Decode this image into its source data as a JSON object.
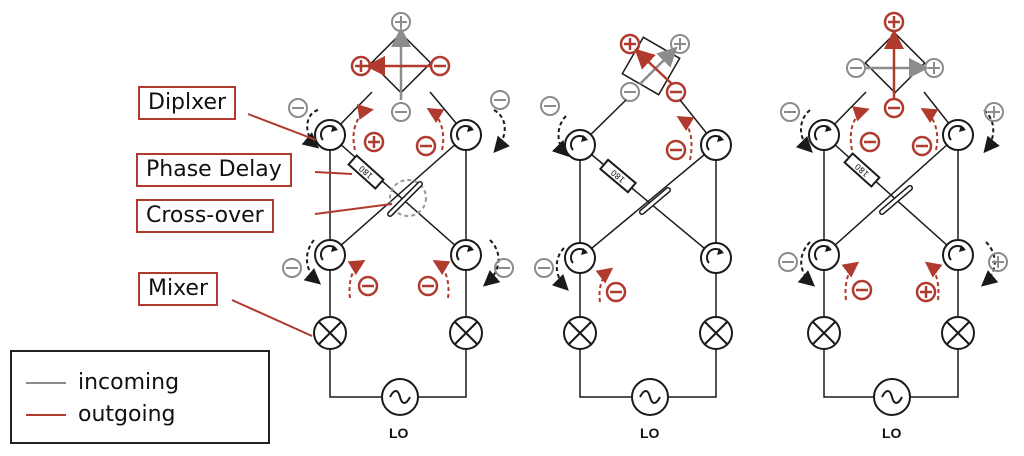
{
  "callouts": {
    "diplexer": "Diplxer",
    "phase_delay": "Phase Delay",
    "cross_over": "Cross-over",
    "mixer": "Mixer"
  },
  "legend": {
    "incoming": {
      "label": "incoming",
      "color": "#8c8c8c"
    },
    "outgoing": {
      "label": "outgoing",
      "color": "#b03a2e"
    }
  },
  "panels": [
    {
      "lo_label": "LO",
      "delay_label": "180"
    },
    {
      "lo_label": "LO",
      "delay_label": "180"
    },
    {
      "lo_label": "LO",
      "delay_label": "180"
    }
  ],
  "colors": {
    "line": "#1a1a1a",
    "incoming": "#8c8c8c",
    "outgoing": "#b03a2e"
  }
}
